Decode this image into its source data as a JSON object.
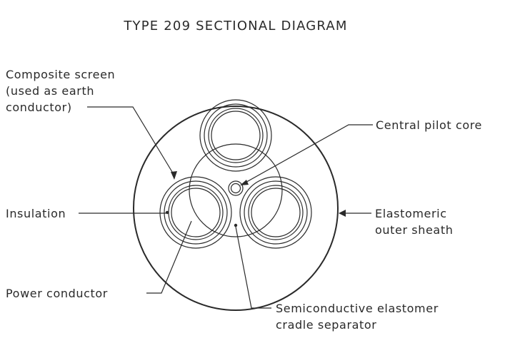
{
  "title": "TYPE 209 SECTIONAL DIAGRAM",
  "labels": {
    "composite_screen": [
      "Composite screen",
      "(used as earth",
      "conductor)"
    ],
    "central_pilot_core": "Central pilot core",
    "insulation": "Insulation",
    "outer_sheath": [
      "Elastomeric",
      "outer sheath"
    ],
    "power_conductor": "Power conductor",
    "cradle_separator": [
      "Semiconductive elastomer",
      "cradle separator"
    ]
  },
  "colors": {
    "line": "#2a2a2a",
    "background": "#ffffff"
  }
}
